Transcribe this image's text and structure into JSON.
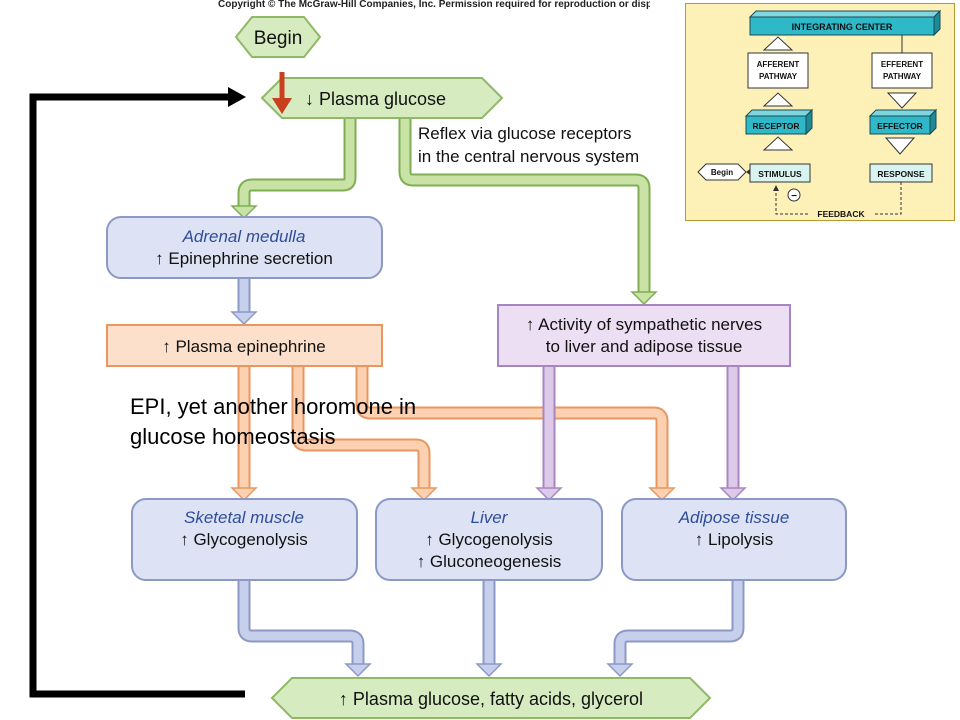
{
  "copyright": "Copyright © The McGraw-Hill Companies, Inc. Permission required for reproduction or display.",
  "begin": "Begin",
  "plasma_glucose_down": "↓ Plasma glucose",
  "reflex_line1": "Reflex via glucose receptors",
  "reflex_line2": "in the central nervous system",
  "adrenal": {
    "title": "Adrenal medulla",
    "line1": "↑ Epinephrine secretion"
  },
  "plasma_epi": "↑ Plasma epinephrine",
  "sympathetic": {
    "line1": "↑ Activity of sympathetic nerves",
    "line2": "to liver and adipose tissue"
  },
  "overlay": {
    "line1": "EPI, yet another horomone in",
    "line2": "glucose homeostasis"
  },
  "skeletal": {
    "title": "Sketetal muscle",
    "line1": "↑ Glycogenolysis"
  },
  "liver": {
    "title": "Liver",
    "line1": "↑ Glycogenolysis",
    "line2": "↑ Gluconeogenesis"
  },
  "adipose": {
    "title": "Adipose tissue",
    "line1": "↑ Lipolysis"
  },
  "final": "↑ Plasma glucose, fatty acids, glycerol",
  "mini": {
    "integrating": "INTEGRATING CENTER",
    "afferent1": "AFFERENT",
    "afferent2": "PATHWAY",
    "efferent1": "EFFERENT",
    "efferent2": "PATHWAY",
    "receptor": "RECEPTOR",
    "effector": "EFFECTOR",
    "begin": "Begin",
    "stimulus": "STIMULUS",
    "response": "RESPONSE",
    "minus": "−",
    "feedback": "FEEDBACK"
  },
  "colors": {
    "green": "#a8cf7e",
    "blue": "#aeb9dd",
    "orange": "#f6b98d",
    "purple": "#c4a6d6",
    "red": "#c8401c",
    "teal": "#2fb8c8"
  }
}
